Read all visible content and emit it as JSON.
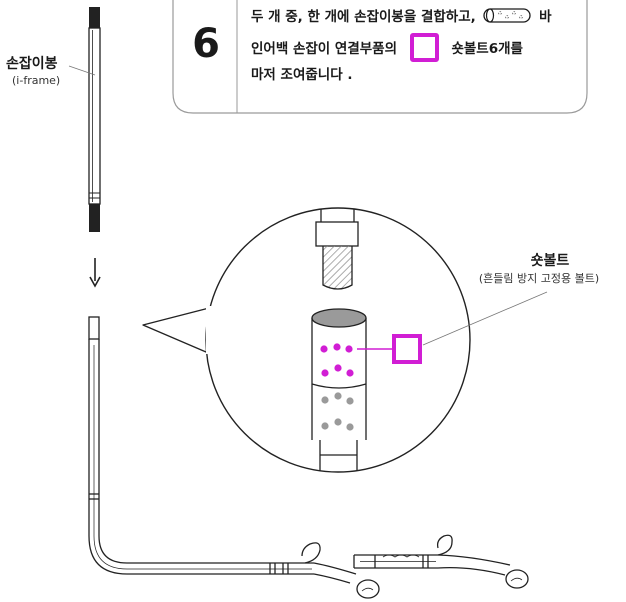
{
  "step": {
    "number": "6",
    "line1": "두 개 중, 한 개에 손잡이봉을 결합하고,",
    "line1_end": "바",
    "line2_pre": "인어백 손잡이 연결부품의",
    "line2_post": "숏볼트6개를",
    "line3": "마저 조여줍니다 ."
  },
  "labels": {
    "handle_title": "손잡이봉",
    "handle_sub": "(i-frame)",
    "bolt_title": "숏볼트",
    "bolt_sub": "(흔들림 방지 고정용 볼트)"
  },
  "colors": {
    "accent": "#d11ed4",
    "line": "#1a1a1a",
    "panel_border": "#9a9a9a"
  },
  "icons": [
    "connector-tube-icon",
    "bolt-square-icon",
    "down-arrow-icon"
  ]
}
